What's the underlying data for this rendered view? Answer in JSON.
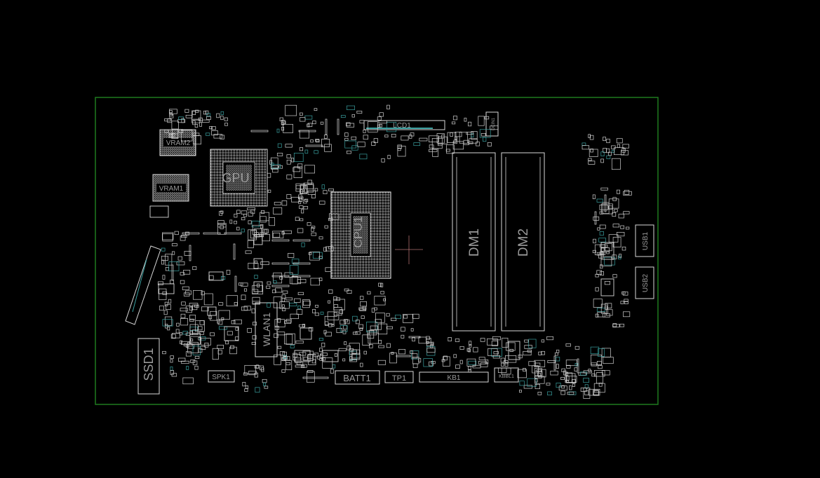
{
  "board": {
    "outline_color": "#1f7a1f",
    "component_color": "#d8d8d8",
    "label_color": "#9a9a9a",
    "background": "#000000"
  },
  "labels": {
    "gpu": "GPU",
    "cpu": "CPU1",
    "vram1": "VRAM1",
    "vram2": "VRAM2",
    "dm1": "DM1",
    "dm2": "DM2",
    "ssd": "SSD1",
    "wlan": "WLAN1",
    "batt": "BATT1",
    "tp": "TP1",
    "kb": "KB1",
    "kbbl": "KBBL1",
    "spk": "SPK1",
    "usb1": "USB1",
    "usb2": "USB2",
    "lcd": "LCD1",
    "dcin": "DCIN1"
  }
}
